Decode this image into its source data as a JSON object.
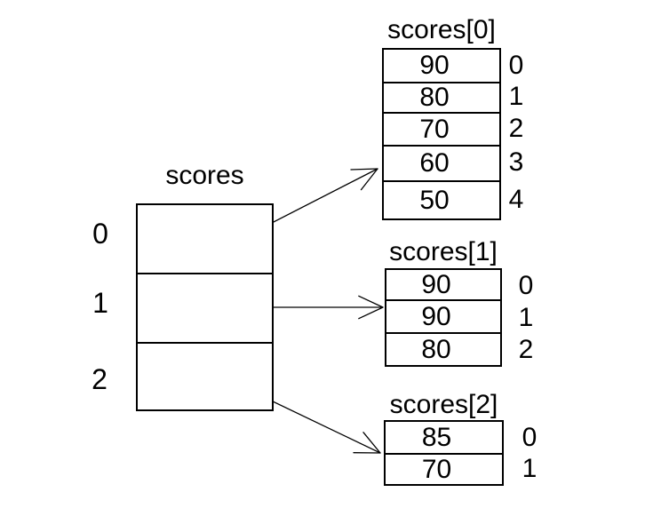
{
  "figure": {
    "background_color": "#ffffff",
    "line_color": "#000000",
    "text_color": "#000000"
  },
  "main_array": {
    "title": "scores",
    "indices": [
      "0",
      "1",
      "2"
    ]
  },
  "sub_arrays": [
    {
      "title": "scores[0]",
      "values": [
        "90",
        "80",
        "70",
        "60",
        "50"
      ],
      "indices": [
        "0",
        "1",
        "2",
        "3",
        "4"
      ]
    },
    {
      "title": "scores[1]",
      "values": [
        "90",
        "90",
        "80"
      ],
      "indices": [
        "0",
        "1",
        "2"
      ]
    },
    {
      "title": "scores[2]",
      "values": [
        "85",
        "70"
      ],
      "indices": [
        "0",
        "1"
      ]
    }
  ]
}
